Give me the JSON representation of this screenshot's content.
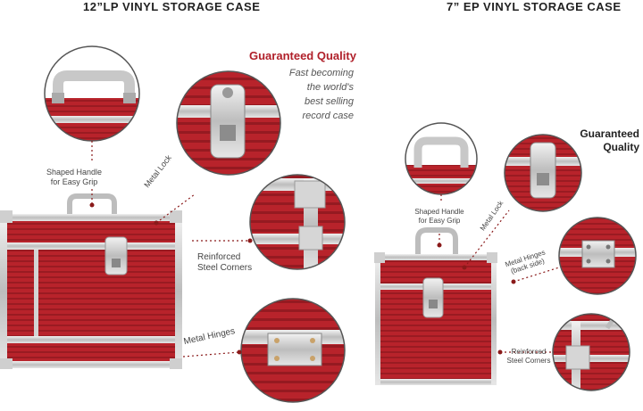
{
  "left": {
    "title": "12”LP VINYL STORAGE CASE",
    "quality_heading": "Guaranteed Quality",
    "tagline": [
      "Fast becoming",
      "the world's",
      "best selling",
      "record case"
    ],
    "labels": {
      "handle": [
        "Shaped Handle",
        "for Easy Grip"
      ],
      "lock": "Metal Lock",
      "corners": [
        "Reinforced",
        "Steel Corners"
      ],
      "hinges": "Metal Hinges"
    }
  },
  "right": {
    "title": "7” EP VINYL STORAGE CASE",
    "quality_heading": [
      "Guaranteed",
      "Quality"
    ],
    "labels": {
      "handle": [
        "Shaped Handle",
        "for Easy Grip"
      ],
      "lock": "Metal Lock",
      "hinges": [
        "Metal Hinges",
        "(back side)"
      ],
      "corners": [
        "Reinforced",
        "Steel Corners"
      ]
    }
  },
  "colors": {
    "case_red": "#b8232b",
    "accent": "#b0202a",
    "metal": "#c8c8c8",
    "leader": "#8a1a1a"
  }
}
